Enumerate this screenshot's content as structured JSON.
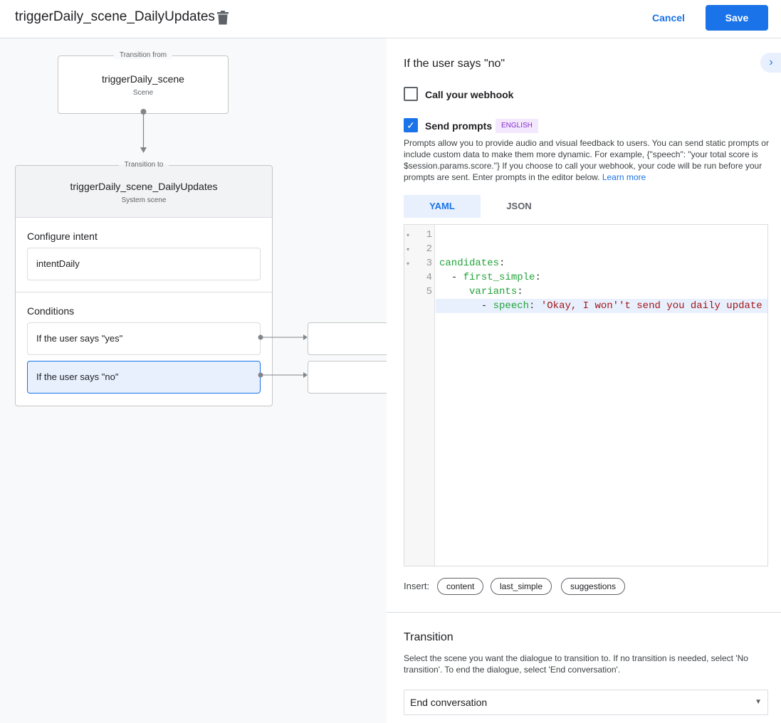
{
  "header": {
    "title": "triggerDaily_scene_DailyUpdates",
    "cancel_label": "Cancel",
    "save_label": "Save"
  },
  "canvas": {
    "from": {
      "legend": "Transition from",
      "title": "triggerDaily_scene",
      "subtitle": "Scene"
    },
    "to": {
      "legend": "Transition to",
      "title": "triggerDaily_scene_DailyUpdates",
      "subtitle": "System scene",
      "intent_heading": "Configure intent",
      "intent_value": "intentDaily",
      "conditions_heading": "Conditions",
      "conditions": [
        "If the user says \"yes\"",
        "If the user says \"no\""
      ],
      "selected_condition": 1
    }
  },
  "panel": {
    "heading": "If the user says \"no\"",
    "webhook": {
      "label": "Call your webhook",
      "checked": false
    },
    "prompts": {
      "label": "Send prompts",
      "checked": true,
      "badge": "ENGLISH",
      "description": "Prompts allow you to provide audio and visual feedback to users. You can send static prompts or include custom data to make them more dynamic. For example, {\"speech\": \"your total score is $session.params.score.\"} If you choose to call your webhook, your code will be run before your prompts are sent. Enter prompts in the editor below.",
      "learn_more": "Learn more"
    },
    "tabs": [
      "YAML",
      "JSON"
    ],
    "active_tab": "YAML",
    "editor": {
      "line_numbers": [
        "1",
        "2",
        "3",
        "4",
        "5"
      ],
      "lines": [
        {
          "indent": "",
          "dash": "",
          "key": "candidates",
          "colon": ":",
          "value": ""
        },
        {
          "indent": "  ",
          "dash": "- ",
          "key": "first_simple",
          "colon": ":",
          "value": ""
        },
        {
          "indent": "     ",
          "dash": "",
          "key": "variants",
          "colon": ":",
          "value": ""
        },
        {
          "indent": "       ",
          "dash": "- ",
          "key": "speech",
          "colon": ": ",
          "value": "'Okay, I won''t send you daily update"
        },
        {
          "indent": "",
          "dash": "",
          "key": "",
          "colon": "",
          "value": ""
        }
      ]
    },
    "insert_label": "Insert:",
    "insert_chips": [
      "content",
      "last_simple",
      "suggestions"
    ],
    "transition": {
      "heading": "Transition",
      "description": "Select the scene you want the dialogue to transition to. If no transition is needed, select 'No transition'. To end the dialogue, select 'End conversation'.",
      "selected": "End conversation"
    }
  },
  "colors": {
    "accent": "#1a73e8",
    "yaml_key": "#22a33a",
    "yaml_string": "#a31515",
    "badge_bg": "#f3e8fd",
    "badge_text": "#8430ce"
  }
}
